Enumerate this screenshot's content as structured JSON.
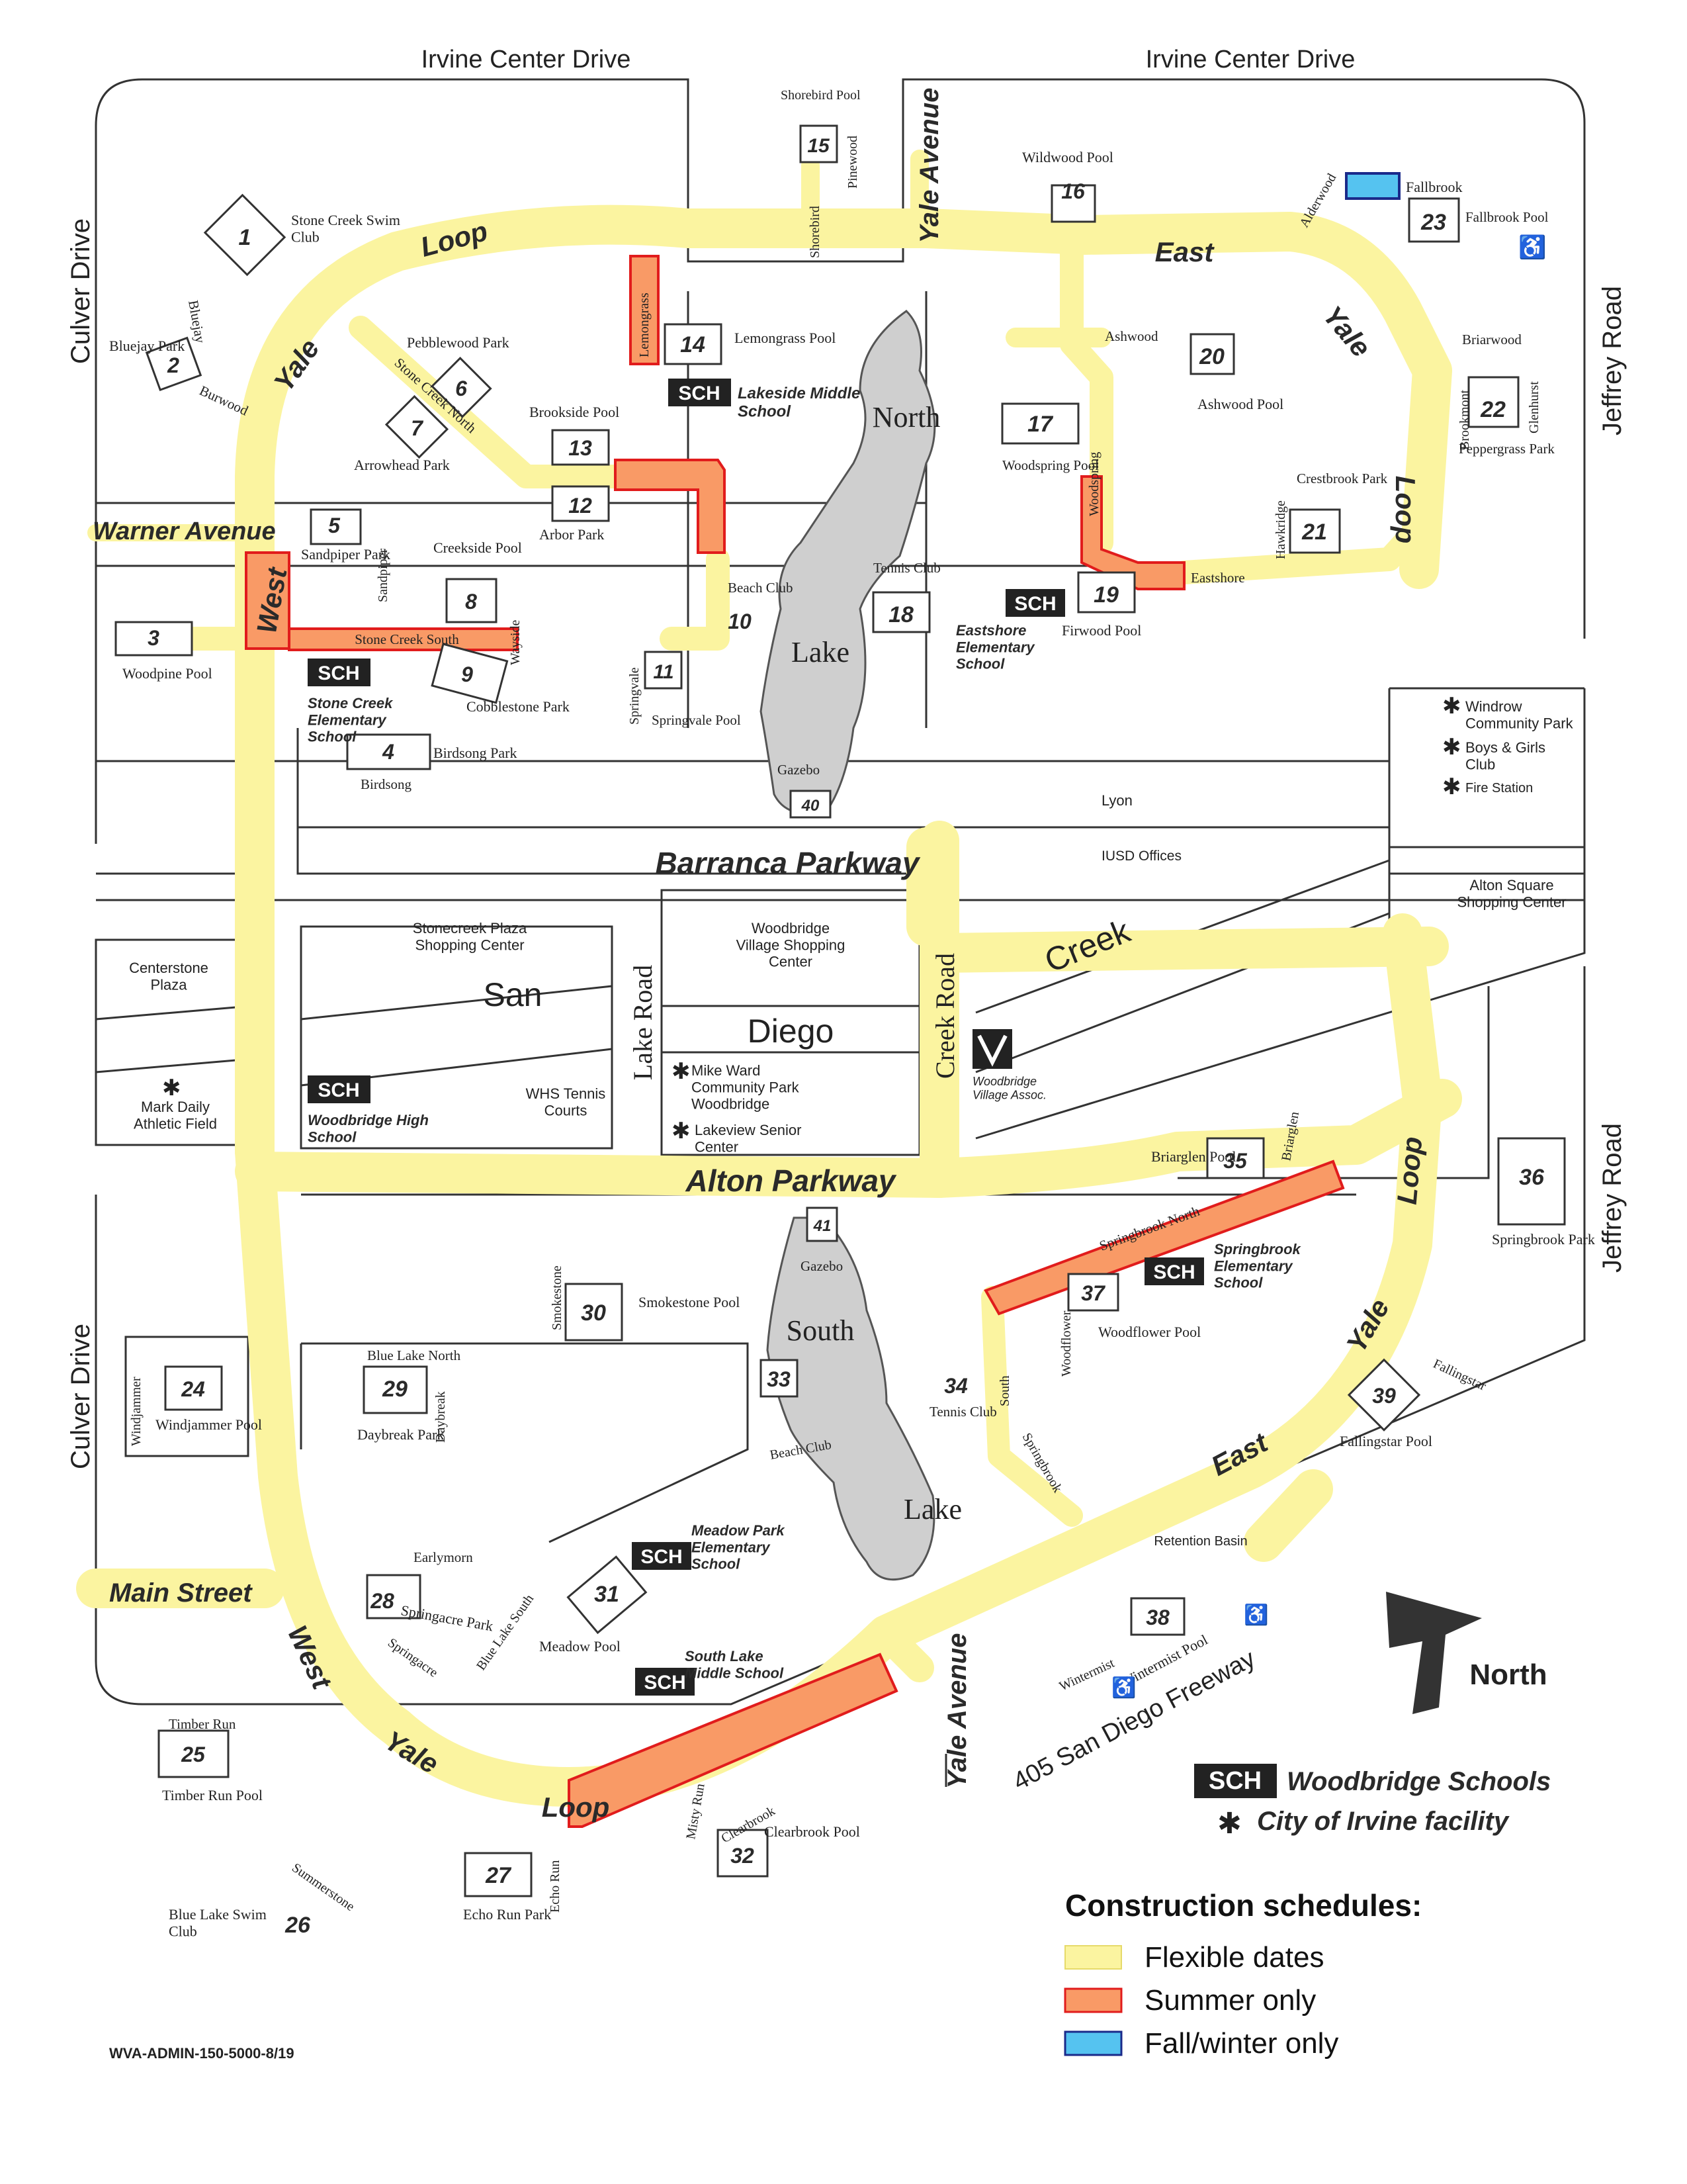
{
  "roads": {
    "irvine_center_left": "Irvine Center Drive",
    "irvine_center_right": "Irvine Center Drive",
    "culver_top": "Culver Drive",
    "culver_bottom": "Culver Drive",
    "jeffrey_top": "Jeffrey Road",
    "jeffrey_bottom": "Jeffrey Road",
    "warner": "Warner Avenue",
    "barranca": "Barranca Parkway",
    "alton": "Alton Parkway",
    "main_street": "Main Street",
    "yale_avenue_top": "Yale Avenue",
    "yale_avenue_bottom": "Yale Avenue",
    "lake_road": "Lake Road",
    "creek_road": "Creek Road",
    "freeway": "405 San Diego Freeway",
    "san": "San",
    "diego": "Diego",
    "creek": "Creek",
    "loop_nw": "Loop",
    "yale_nw": "Yale",
    "west_nw": "West",
    "east_ne": "East",
    "yale_ne": "Yale",
    "loop_ne": "Loop",
    "loop_se": "Loop",
    "yale_se": "Yale",
    "east_se": "East",
    "west_sw": "West",
    "yale_sw": "Yale",
    "loop_sw": "Loop",
    "lake_north_1": "North",
    "lake_north_2": "Lake",
    "lake_south_1": "South",
    "lake_south_2": "Lake"
  },
  "streets": {
    "bluejay": "Bluejay",
    "burwood": "Burwood",
    "stone_creek_north": "Stone Creek North",
    "stone_creek_south": "Stone Creek South",
    "lemongrass": "Lemongrass",
    "shorebird": "Shorebird",
    "pinewood": "Pinewood",
    "alderwood": "Alderwood",
    "fallbrook": "Fallbrook",
    "ashwood": "Ashwood",
    "briarwood": "Briarwood",
    "brookmont": "Brookmont",
    "glenhurst": "Glenhurst",
    "hawkridge": "Hawkridge",
    "eastshore": "Eastshore",
    "woodspring": "Woodspring",
    "sandpiper": "Sandpiper",
    "wayside": "Wayside",
    "springvale": "Springvale",
    "birdsong": "Birdsong",
    "lyon": "Lyon",
    "briarglen": "Briarglen",
    "springbrook_north": "Springbrook North",
    "woodflower": "Woodflower",
    "springbrook_south_1": "South",
    "springbrook_south_2": "Springbrook",
    "fallingstar": "Fallingstar",
    "smokestone": "Smokestone",
    "blue_lake_north": "Blue Lake North",
    "daybreak": "Daybreak",
    "windjammer": "Windjammer",
    "earlymorn": "Earlymorn",
    "springacre": "Springacre",
    "blue_lake_south": "Blue Lake South",
    "beach_club": "Beach Club",
    "wintermist": "Wintermist",
    "timber_run": "Timber Run",
    "summerstone": "Summerstone",
    "echo_run": "Echo Run",
    "clearbrook": "Clearbrook",
    "misty_run": "Misty Run"
  },
  "pools": [
    {
      "num": "1",
      "name": "Stone Creek Swim Club"
    },
    {
      "num": "2",
      "name": "Bluejay Park"
    },
    {
      "num": "3",
      "name": "Woodpine Pool"
    },
    {
      "num": "4",
      "name": "Birdsong Park"
    },
    {
      "num": "5",
      "name": "Sandpiper Park"
    },
    {
      "num": "6",
      "name": "Pebblewood Park"
    },
    {
      "num": "7",
      "name": "Arrowhead Park"
    },
    {
      "num": "8",
      "name": "Creekside Pool"
    },
    {
      "num": "9",
      "name": "Cobblestone Park"
    },
    {
      "num": "10",
      "name": "Beach Club"
    },
    {
      "num": "11",
      "name": "Springvale Pool"
    },
    {
      "num": "12",
      "name": "Arbor Park"
    },
    {
      "num": "13",
      "name": "Brookside Pool"
    },
    {
      "num": "14",
      "name": "Lemongrass Pool"
    },
    {
      "num": "15",
      "name": "Shorebird Pool"
    },
    {
      "num": "16",
      "name": "Wildwood Pool"
    },
    {
      "num": "17",
      "name": "Woodspring Pool"
    },
    {
      "num": "18",
      "name": "Tennis Club"
    },
    {
      "num": "19",
      "name": "Firwood Pool"
    },
    {
      "num": "20",
      "name": "Ashwood Pool"
    },
    {
      "num": "21",
      "name": "Crestbrook Park"
    },
    {
      "num": "22",
      "name": "Peppergrass Park"
    },
    {
      "num": "23",
      "name": "Fallbrook Pool"
    },
    {
      "num": "24",
      "name": "Windjammer Pool"
    },
    {
      "num": "25",
      "name": "Timber Run Pool"
    },
    {
      "num": "26",
      "name": "Blue Lake Swim Club"
    },
    {
      "num": "27",
      "name": "Echo Run Park"
    },
    {
      "num": "28",
      "name": "Springacre Park"
    },
    {
      "num": "29",
      "name": "Daybreak Park"
    },
    {
      "num": "30",
      "name": "Smokestone Pool"
    },
    {
      "num": "31",
      "name": "Meadow Pool"
    },
    {
      "num": "32",
      "name": "Clearbrook Pool"
    },
    {
      "num": "33",
      "name": ""
    },
    {
      "num": "34",
      "name": "Tennis Club"
    },
    {
      "num": "35",
      "name": "Briarglen Pool"
    },
    {
      "num": "36",
      "name": "Springbrook Park"
    },
    {
      "num": "37",
      "name": "Woodflower Pool"
    },
    {
      "num": "38",
      "name": "Wintermist Pool"
    },
    {
      "num": "39",
      "name": "Fallingstar Pool"
    },
    {
      "num": "40",
      "name": "Gazebo"
    },
    {
      "num": "41",
      "name": "Gazebo"
    }
  ],
  "schools": {
    "sch": "SCH",
    "lakeside": "Lakeside Middle School",
    "stone_creek": "Stone Creek Elementary School",
    "eastshore": "Eastshore Elementary School",
    "woodbridge_high": "Woodbridge High School",
    "springbrook": "Springbrook Elementary School",
    "meadow_park": "Meadow Park Elementary School",
    "south_lake": "South Lake Middle School"
  },
  "places": {
    "windrow": "Windrow Community Park",
    "boys_girls": "Boys & Girls Club",
    "fire_station": "Fire Station",
    "alton_square": "Alton Square Shopping Center",
    "iusd": "IUSD Offices",
    "stonecreek_plaza": "Stonecreek Plaza Shopping Center",
    "woodbridge_village_center": "Woodbridge Village Shopping Center",
    "centerstone": "Centerstone Plaza",
    "mark_daily": "Mark Daily Athletic Field",
    "whs_tennis": "WHS Tennis Courts",
    "mike_ward": "Mike Ward Community Park Woodbridge",
    "lakeview": "Lakeview Senior Center",
    "wva": "Woodbridge Village Assoc.",
    "retention": "Retention Basin",
    "north": "North"
  },
  "legend": {
    "sch_label": "Woodbridge Schools",
    "city_label": "City of Irvine facility",
    "title": "Construction schedules:",
    "flexible": "Flexible dates",
    "summer": "Summer only",
    "fall": "Fall/winter only",
    "colors": {
      "flexible": "#fbf4a0",
      "summer": "#f99a66",
      "fall": "#55c3f0",
      "road_outline": "#e11c1c"
    }
  },
  "footer": "WVA-ADMIN-150-5000-8/19"
}
